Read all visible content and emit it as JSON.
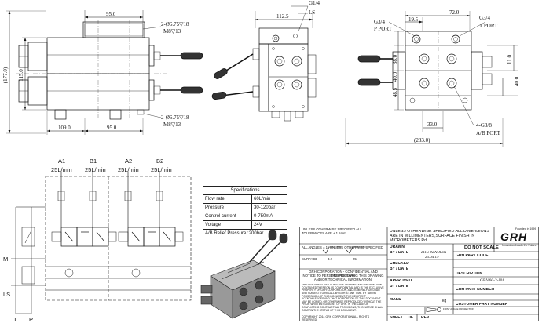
{
  "drawing": {
    "dims": {
      "top_width": "95.0",
      "hole_top_1": "2-Ø6.75▽18",
      "hole_top_2": "M8▽13",
      "overall_height": "(177.0)",
      "body_height": "115.0",
      "hole_bot_1": "2-Ø6.75▽18",
      "hole_bot_2": "M8▽13",
      "bottom_left": "109.0",
      "bottom_right": "95.0",
      "side_width": "112.5",
      "g14": "G1/4",
      "ls": "LS",
      "g34_p": "G3/4",
      "p_port": "P PORT",
      "d195": "19.5",
      "d720": "72.0",
      "g34_t": "G3/4",
      "t_port": "T PORT",
      "d380": "38.0",
      "d400": "40.0",
      "d485": "48.5",
      "d110": "11.0",
      "d330": "33.0",
      "g38": "4-G3/8",
      "ab_port": "A/B PORT",
      "overall_width": "(283.0)"
    },
    "schematic": {
      "a1": "A1",
      "b1": "B1",
      "a2": "A2",
      "b2": "B2",
      "flow_a1": "25L/min",
      "flow_b1": "25L/min",
      "flow_a2": "25L/min",
      "flow_b2": "25L/min",
      "m": "M",
      "ls": "LS",
      "t": "T",
      "p": "P"
    }
  },
  "specs": {
    "title": "Specifications",
    "rows": [
      {
        "label": "Flow rate",
        "value": "60L/min"
      },
      {
        "label": "Pressure",
        "value": "30-120bar"
      },
      {
        "label": "Control current",
        "value": "0-750mA"
      },
      {
        "label": "Voltage",
        "value": "24V"
      }
    ],
    "relief": "A/B  Relief Pressure :200bar"
  },
  "title_block": {
    "tolerance_note": "UNLESS OTHERWISE SPECIFIED ALL TOLERANCES ARE ± 1.5mm",
    "angles_note": "ALL ANGLES ± 1°  UNLESS OTHERWISE SPECIFIED",
    "surface_label": "SURFACE",
    "surface_v1": "3.2",
    "surface_v2": "25",
    "confidential_1": "GRH CORPORATION - CONFIDENTIAL AND PROPRIETARY",
    "confidential_2": "NOTICE TO PERSONS RECEIVING THIS DRAWING",
    "confidential_3": "AND/OR TECHNICAL INFORMATION.",
    "legal_text": "THIS DOCUMENT INCLUDING THE DRAWING AND INFORMATION CONTAINED THEREON, IS CONFIDENTIAL AND IS THE EXCLUSIVE PROPERTY OF GRH CORPORATION, AND IS MERELY ON LOAN AND SUBJECT TO RECALL BY GRH AT ANY TIME. BY TAKING POSSESSION OF THIS DOCUMENT, THE RECIPIENT ACKNOWLEDGES AND THAT NO PORTION OF THIS DOCUMENT MAY BE COPIED, OR OTHERWISE REPRODUCED WITHOUT THE PRIOR WRITTEN CONSENT OF GRH. IN THE CASE OF CONFLICTING CONTRACTUAL PROVISIONS, THIS NOTICE SHALL GOVERN THE STATUS OF THIS DOCUMENT.",
    "copyright": "COPYRIGHT 2014 GRH CORPORATION ALL RIGHTS RESERVED.",
    "dim_note": "UNLESS OTHERWISE SPECIFIED ALL DIMENSIONS ARE IN MILLIMENTERS,SURFACE FINISH IN MICROMETERS Rd.",
    "do_not_scale": "DO NOT SCALE",
    "founded": "Founded in 1999",
    "logo": "GRH",
    "tagline": "Innovation Leads the Future",
    "drawn_label": "DRAWN",
    "by_date": "BY / DATE",
    "drawn_name": "ZHU XIAOLIN",
    "drawn_date": "23.04.19",
    "part_code_label": "GRH PART CODE",
    "checked_label": "CHECKED",
    "description_label": "DESCRIPTION",
    "description_value": "GBV60-2-J01",
    "approved_label": "APPROVED",
    "grh_part_number_label": "GRH PART NUMBER",
    "mass_label": "MASS",
    "mass_unit": "kg",
    "first_angle": "FIRST ANGLE PROJECTION",
    "customer_part_label": "CUSTOMER PART NUMBER",
    "sheet_label": "SHEET",
    "of_label": "OF",
    "rev_label": "REV"
  }
}
